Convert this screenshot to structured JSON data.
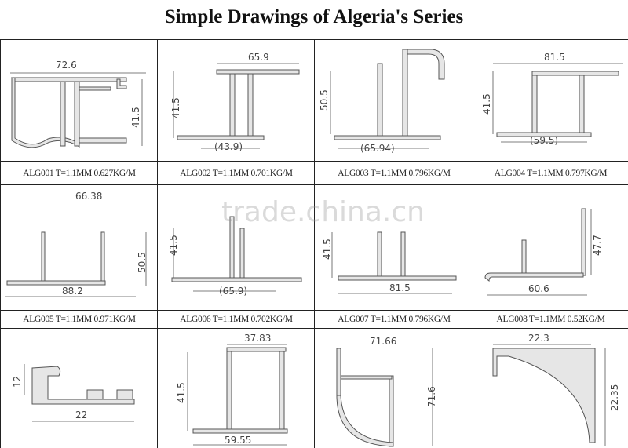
{
  "title": "Simple Drawings of Algeria's Series",
  "watermark": "trade.china.cn",
  "items": [
    {
      "caption": "ALG001 T=1.1MM 0.627KG/M",
      "dims": [
        "72.6",
        "41.5"
      ]
    },
    {
      "caption": "ALG002 T=1.1MM 0.701KG/M",
      "dims": [
        "65.9",
        "41.5",
        "(43.9)"
      ]
    },
    {
      "caption": "ALG003 T=1.1MM 0.796KG/M",
      "dims": [
        "50.5",
        "(65.94)"
      ]
    },
    {
      "caption": "ALG004 T=1.1MM 0.797KG/M",
      "dims": [
        "81.5",
        "41.5",
        "(59.5)"
      ]
    },
    {
      "caption": "ALG005 T=1.1MM 0.971KG/M",
      "dims": [
        "66.38",
        "50.5",
        "88.2"
      ]
    },
    {
      "caption": "ALG006 T=1.1MM 0.702KG/M",
      "dims": [
        "41.5",
        "(65.9)"
      ]
    },
    {
      "caption": "ALG007 T=1.1MM 0.796KG/M",
      "dims": [
        "41.5",
        "81.5"
      ]
    },
    {
      "caption": "ALG008 T=1.1MM 0.52KG/M",
      "dims": [
        "47.7",
        "60.6"
      ]
    },
    {
      "dims": [
        "12",
        "22"
      ]
    },
    {
      "dims": [
        "37.83",
        "41.5",
        "59.55"
      ]
    },
    {
      "dims": [
        "71.66",
        "71.6"
      ]
    },
    {
      "dims": [
        "22.3",
        "22.35"
      ]
    }
  ]
}
